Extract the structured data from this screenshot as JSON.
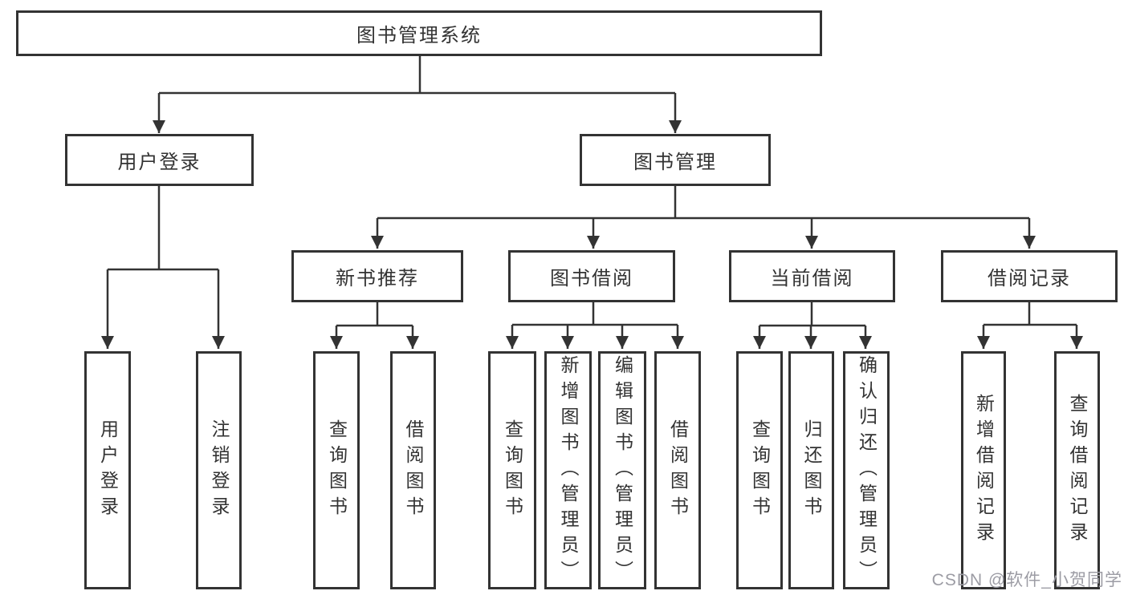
{
  "diagram": {
    "root": "图书管理系统",
    "branches": {
      "user_login": "用户登录",
      "book_management": "图书管理"
    },
    "modules": {
      "new_book_recommend": "新书推荐",
      "book_borrowing": "图书借阅",
      "current_borrowing": "当前借阅",
      "borrowing_records": "借阅记录"
    },
    "leaves": {
      "user_login": "用户登录",
      "logout": "注销登录",
      "query_books_recommend": "查询图书",
      "borrow_books_recommend": "借阅图书",
      "query_books_borrowing": "查询图书",
      "add_books_admin": "新增图书（管理员）",
      "edit_books_admin": "编辑图书（管理员）",
      "borrow_books_borrowing": "借阅图书",
      "query_books_current": "查询图书",
      "return_books": "归还图书",
      "confirm_return_admin": "确认归还（管理员）",
      "add_borrow_record": "新增借阅记录",
      "query_borrow_record": "查询借阅记录"
    }
  },
  "watermark": "CSDN @软件_小贺同学",
  "colors": {
    "line": "#333333",
    "text": "#333333",
    "background": "#ffffff",
    "watermark": "#9c9ca4"
  }
}
